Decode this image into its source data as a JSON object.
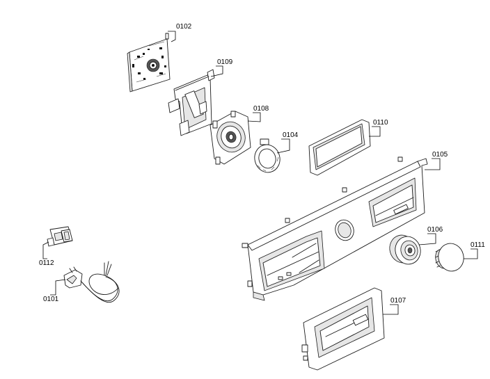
{
  "parts": [
    {
      "id": "p0102",
      "label": "0102"
    },
    {
      "id": "p0109",
      "label": "0109"
    },
    {
      "id": "p0108",
      "label": "0108"
    },
    {
      "id": "p0104",
      "label": "0104"
    },
    {
      "id": "p0110",
      "label": "0110"
    },
    {
      "id": "p0105",
      "label": "0105"
    },
    {
      "id": "p0106",
      "label": "0106"
    },
    {
      "id": "p0111",
      "label": "0111"
    },
    {
      "id": "p0107",
      "label": "0107"
    },
    {
      "id": "p0112",
      "label": "0112"
    },
    {
      "id": "p0101",
      "label": "0101"
    }
  ]
}
